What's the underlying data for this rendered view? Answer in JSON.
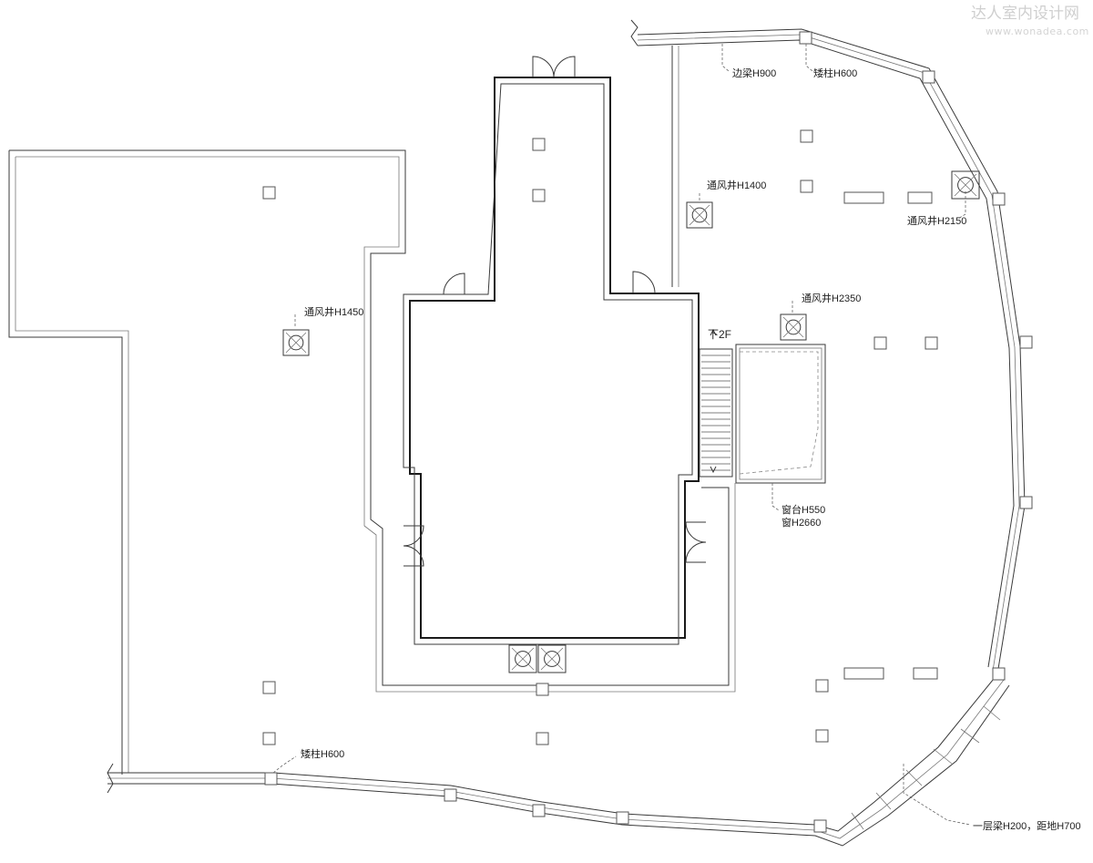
{
  "watermark": {
    "title": "达人室内设计网",
    "url": "www.wonadea.com"
  },
  "labels": {
    "edge_beam": "边梁H900",
    "short_column_top": "矮柱H600",
    "vent_h1400": "通风井H1400",
    "vent_h2150": "通风井H2150",
    "vent_h1450": "通风井H1450",
    "vent_h2350": "通风井H2350",
    "stair_down": "下2F",
    "window_sill": "窗台H550",
    "window_height": "窗H2660",
    "short_column_bottom": "矮柱H600",
    "first_floor_beam": "一层梁H200，距地H700"
  },
  "colors": {
    "line": "#3a3a3a",
    "thin_line": "#777777",
    "watermark": "#cfcfcf"
  }
}
